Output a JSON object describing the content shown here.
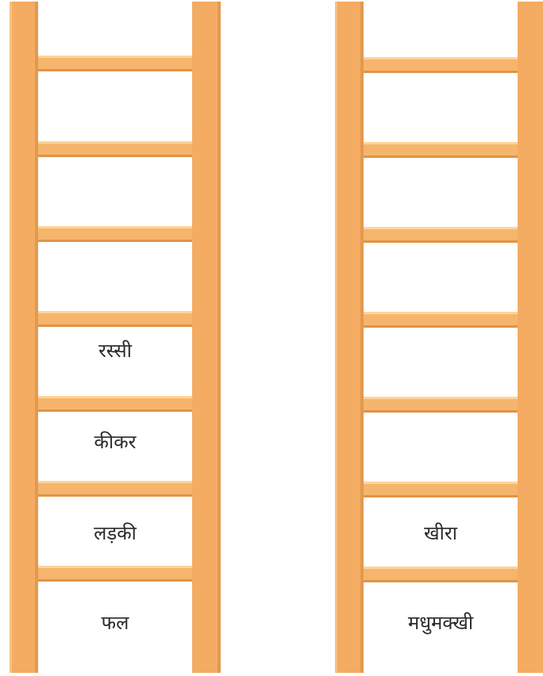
{
  "ladders": [
    {
      "words": [
        "",
        "",
        "",
        "रस्सी",
        "कीकर",
        "लड़की",
        "फल"
      ]
    },
    {
      "words": [
        "",
        "",
        "",
        "",
        "",
        "खीरा",
        "मधुमक्खी"
      ]
    }
  ]
}
